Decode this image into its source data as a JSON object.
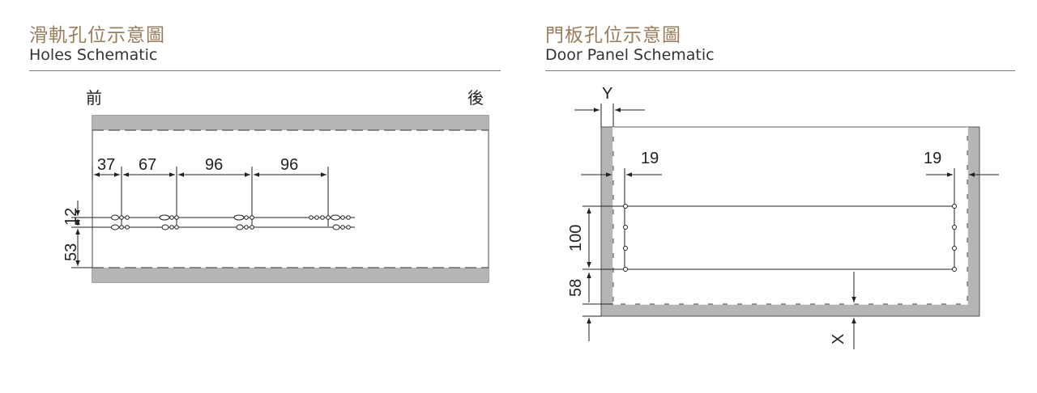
{
  "left": {
    "title_zh": "滑軌孔位示意圖",
    "title_en": "Holes Schematic",
    "label_front": "前",
    "label_back": "後",
    "horizontal_dims": [
      "37",
      "67",
      "96",
      "96"
    ],
    "vertical_dims": [
      "12",
      "53"
    ]
  },
  "right": {
    "title_zh": "門板孔位示意圖",
    "title_en": "Door Panel Schematic",
    "label_y": "Y",
    "label_x": "X",
    "dim_left": "19",
    "dim_right": "19",
    "dim_100": "100",
    "dim_58": "58"
  },
  "colors": {
    "title_accent": "#9a7d5c",
    "rail_gray": "#b5b5b5",
    "line": "#222222"
  }
}
